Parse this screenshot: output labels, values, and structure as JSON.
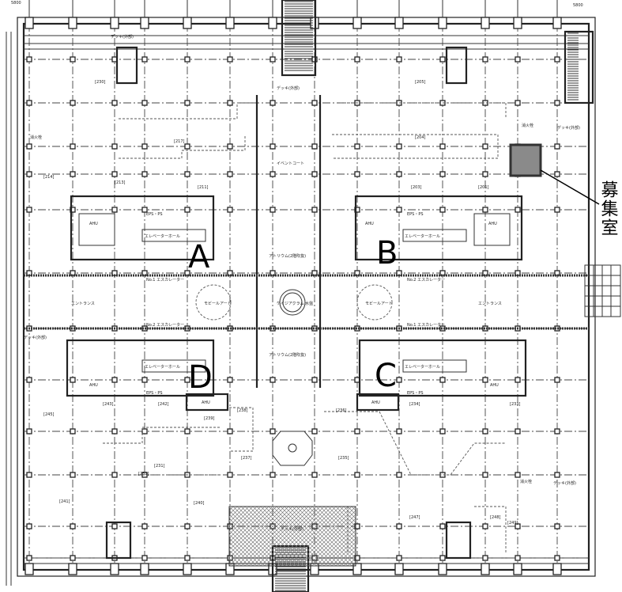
{
  "title_annotation": "募集室",
  "annotation_chars": [
    "募",
    "集",
    "室"
  ],
  "zones": {
    "a": "A",
    "b": "B",
    "c": "C",
    "d": "D"
  },
  "dimensions": {
    "left": "5800",
    "right": "5800"
  },
  "labels": {
    "deck_ext": "デッキ(外部)",
    "event_court": "イベントコート",
    "atrium": "アトリウム(2階吹抜)",
    "entrance": "エントランス",
    "elevator_hall": "エレベーターホール",
    "ahu": "AHU",
    "eps": "EPS・PS",
    "escalator1": "No.1 エスカレーター",
    "escalator2": "No.2 エスカレーター",
    "fountain": "ケイジアクラム 水盤",
    "sculpture": "モビールアート",
    "fire_hydrant": "消火栓"
  },
  "rooms": [
    "[230]",
    "[217]",
    "[214]",
    "[213]",
    "[211]",
    "[205]",
    "[204]",
    "[203]",
    "[201]",
    "[245]",
    "[243]",
    "[242]",
    "[239]",
    "[238]",
    "[237]",
    "[236]",
    "[235]",
    "[234]",
    "[233]",
    "[231]",
    "[232]",
    "[241]",
    "[240]",
    "[247]",
    "[248]",
    "[249]"
  ],
  "colors": {
    "highlight": "#8a8a8a",
    "highlight_border": "#333333"
  }
}
